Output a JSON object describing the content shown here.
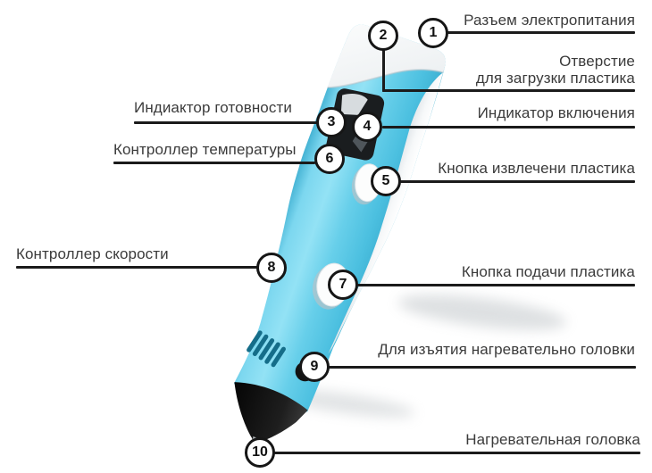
{
  "callouts": [
    {
      "num": "1",
      "label": "Разъем электропитания",
      "side": "right"
    },
    {
      "num": "2",
      "label": "Отверстие\nдля загрузки пластика",
      "side": "right"
    },
    {
      "num": "3",
      "label": "Индиактор готовности",
      "side": "left"
    },
    {
      "num": "4",
      "label": "Индикатор включения",
      "side": "right"
    },
    {
      "num": "5",
      "label": "Кнопка извлечени пластика",
      "side": "right"
    },
    {
      "num": "6",
      "label": "Контроллер температуры",
      "side": "left"
    },
    {
      "num": "7",
      "label": "Кнопка подачи пластика",
      "side": "right"
    },
    {
      "num": "8",
      "label": "Контроллер скорости",
      "side": "left"
    },
    {
      "num": "9",
      "label": "Для изъятия нагревательно головки",
      "side": "right"
    },
    {
      "num": "10",
      "label": "Нагревательная головка",
      "side": "right"
    }
  ],
  "style": {
    "background": "#ffffff",
    "line_color": "#1b1b1b",
    "text_color": "#3b3b3b",
    "pen_blue": "#5ecbe8",
    "pen_blue_dark": "#3aaed0",
    "pen_white": "#f4f6f7",
    "pen_screen_black": "#1a1d1f",
    "pen_tip_black": "#141414",
    "vent_teal": "#156d89"
  }
}
